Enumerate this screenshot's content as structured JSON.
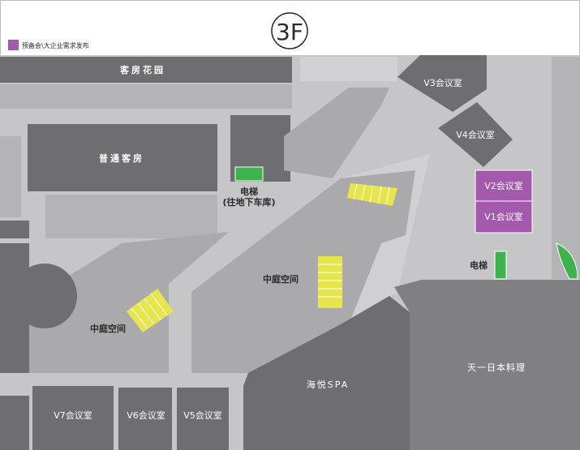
{
  "floor": {
    "label": "3F"
  },
  "legend": {
    "text": "预备会\\大企业需求发布",
    "color": "#a45aac"
  },
  "colors": {
    "building_dark": "#6e6e70",
    "building_mid": "#808083",
    "floor_light": "#c6c6c8",
    "floor_lighter": "#d2d2d4",
    "meeting_highlight": "#a45aac",
    "elevator": "#3cb44b",
    "stairs": "#e6e64c"
  },
  "rooms": {
    "guest_garden": "客房花园",
    "standard_rooms": "普通客房",
    "v1": "V1会议室",
    "v2": "V2会议室",
    "v3": "V3会议室",
    "v4": "V4会议室",
    "v5": "V5会议室",
    "v6": "V6会议室",
    "v7": "V7会议室",
    "spa": "海悦SPA",
    "restaurant": "天一日本料理"
  },
  "areas": {
    "atrium_center": "中庭空间",
    "atrium_left": "中庭空间"
  },
  "elevators": {
    "garage_line1": "电梯",
    "garage_line2": "(往地下车库)",
    "right": "电梯"
  }
}
